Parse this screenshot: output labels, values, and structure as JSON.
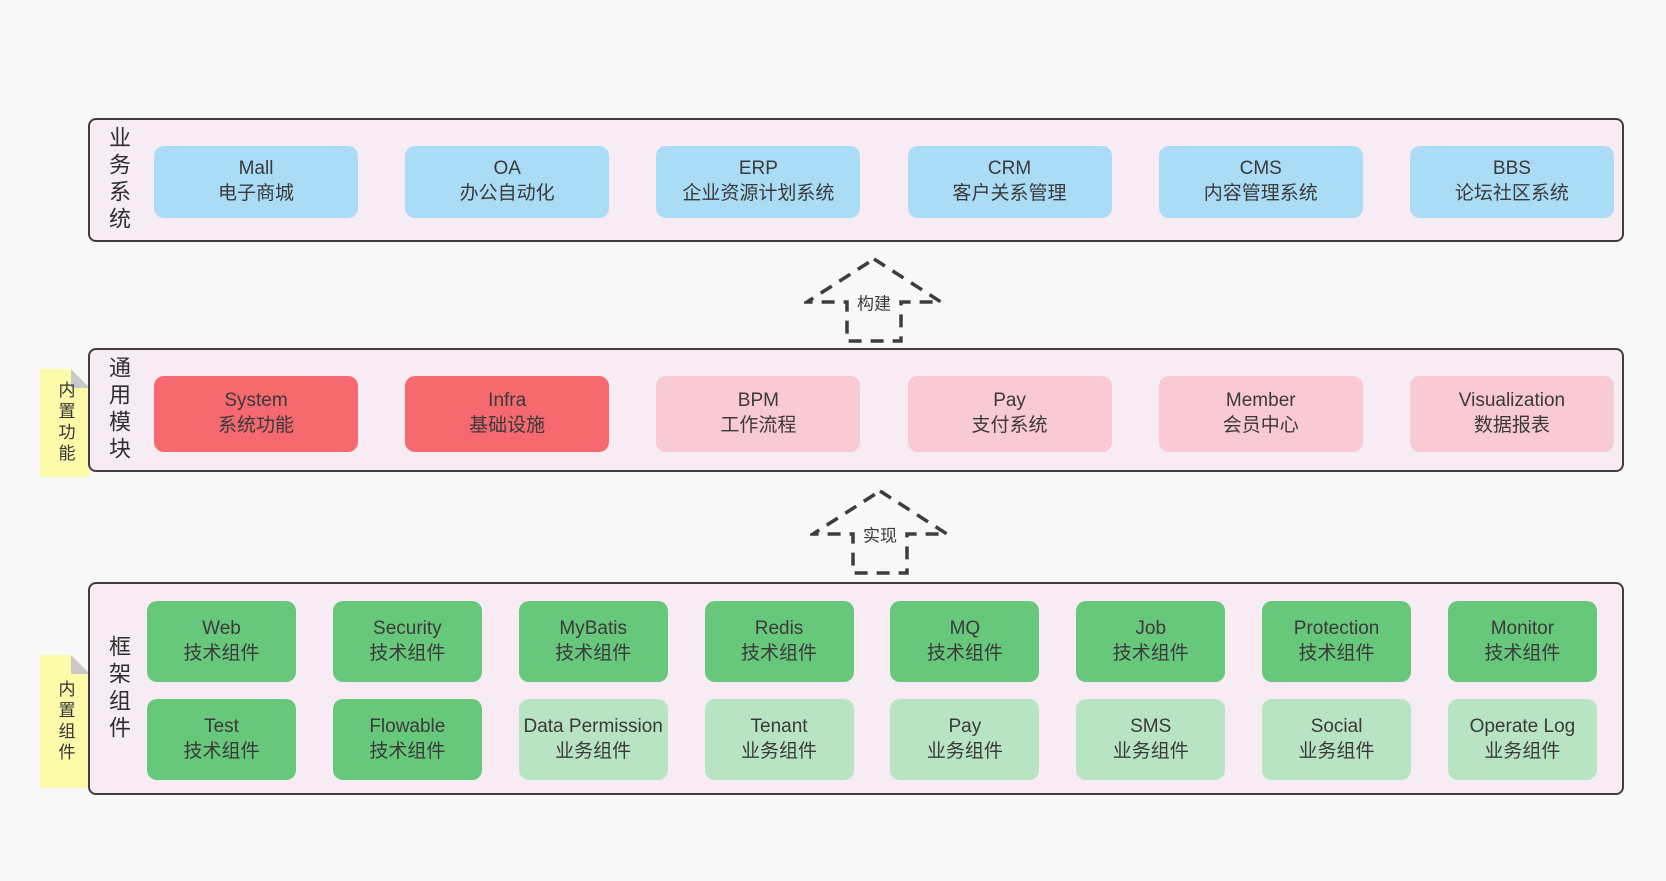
{
  "colors": {
    "page_bg": "#f8f8f8",
    "panel_bg": "#f7ecf4",
    "panel_border": "#3f3f3f",
    "node_blue": "#abdcf5",
    "node_red": "#f5696f",
    "node_pink": "#f9c9d4",
    "node_green": "#67c87b",
    "node_green_light": "#b9e4c3",
    "sticky_yellow": "#fbfba9",
    "sticky_fold_gray": "#c9c9c9"
  },
  "layers": {
    "business": {
      "label": "业务系统",
      "boxes": [
        {
          "name": "Mall",
          "desc": "电子商城"
        },
        {
          "name": "OA",
          "desc": "办公自动化"
        },
        {
          "name": "ERP",
          "desc": "企业资源计划系统"
        },
        {
          "name": "CRM",
          "desc": "客户关系管理"
        },
        {
          "name": "CMS",
          "desc": "内容管理系统"
        },
        {
          "name": "BBS",
          "desc": "论坛社区系统"
        }
      ]
    },
    "modules": {
      "label": "通用模块",
      "sticky": "内置功能",
      "boxes": [
        {
          "name": "System",
          "desc": "系统功能"
        },
        {
          "name": "Infra",
          "desc": "基础设施"
        },
        {
          "name": "BPM",
          "desc": "工作流程"
        },
        {
          "name": "Pay",
          "desc": "支付系统"
        },
        {
          "name": "Member",
          "desc": "会员中心"
        },
        {
          "name": "Visualization",
          "desc": "数据报表"
        }
      ]
    },
    "components": {
      "label": "框架组件",
      "sticky": "内置组件",
      "row1": [
        {
          "name": "Web",
          "desc": "技术组件"
        },
        {
          "name": "Security",
          "desc": "技术组件"
        },
        {
          "name": "MyBatis",
          "desc": "技术组件"
        },
        {
          "name": "Redis",
          "desc": "技术组件"
        },
        {
          "name": "MQ",
          "desc": "技术组件"
        },
        {
          "name": "Job",
          "desc": "技术组件"
        },
        {
          "name": "Protection",
          "desc": "技术组件"
        },
        {
          "name": "Monitor",
          "desc": "技术组件"
        }
      ],
      "row2": [
        {
          "name": "Test",
          "desc": "技术组件"
        },
        {
          "name": "Flowable",
          "desc": "技术组件"
        },
        {
          "name": "Data Permission",
          "desc": "业务组件"
        },
        {
          "name": "Tenant",
          "desc": "业务组件"
        },
        {
          "name": "Pay",
          "desc": "业务组件"
        },
        {
          "name": "SMS",
          "desc": "业务组件"
        },
        {
          "name": "Social",
          "desc": "业务组件"
        },
        {
          "name": "Operate Log",
          "desc": "业务组件"
        }
      ]
    }
  },
  "arrows": {
    "build": "构建",
    "implement": "实现"
  }
}
